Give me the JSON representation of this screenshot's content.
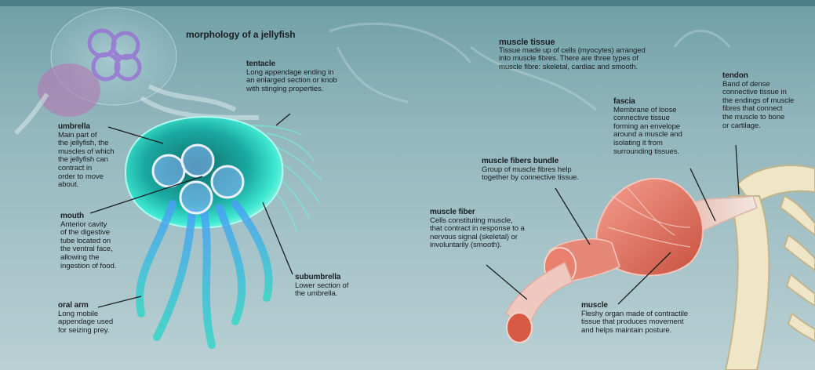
{
  "heading": "morphology of a jellyfish",
  "jellyfish_labels": {
    "tentacle": {
      "term": "tentacle",
      "desc": "Long appendage ending in\nan enlarged section or knob\nwith stinging properties."
    },
    "umbrella": {
      "term": "umbrella",
      "desc": "Main part of\nthe jellyfish, the\nmuscles of which\nthe jellyfish can\ncontract in\norder to move\nabout."
    },
    "mouth": {
      "term": "mouth",
      "desc": "Anterior cavity\nof the digestive\ntube located on\nthe ventral face,\nallowing the\ningestion of food."
    },
    "oral_arm": {
      "term": "oral arm",
      "desc": "Long mobile\nappendage used\nfor seizing prey."
    },
    "subumbrella": {
      "term": "subumbrella",
      "desc": "Lower section of\nthe umbrella."
    }
  },
  "muscle_labels": {
    "muscle_tissue": {
      "term": "muscle tissue",
      "desc": "Tissue made up of cells (myocytes) arranged\ninto muscle fibres. There are three types of\nmuscle fibre: skeletal, cardiac and smooth."
    },
    "tendon": {
      "term": "tendon",
      "desc": "Band of dense\nconnective tissue in\nthe endings of muscle\nfibres that connect\nthe muscle to bone\nor cartilage."
    },
    "fascia": {
      "term": "fascia",
      "desc": "Membrane of loose\nconnective tissue\nforming an envelope\naround a muscle and\nisolating it from\nsurrounding tissues."
    },
    "muscle_fibers_bundle": {
      "term": "muscle fibers bundle",
      "desc": "Group of muscle fibres help\ntogether by connective tissue."
    },
    "muscle_fiber": {
      "term": "muscle fiber",
      "desc": "Cells constituting muscle,\nthat contract in response to a\nnervous signal (skeletal) or\ninvoluntarily (smooth)."
    },
    "muscle": {
      "term": "muscle",
      "desc": "Fleshy organ made of contractile\ntissue that produces movement\nand helps maintain posture."
    }
  },
  "colors": {
    "background_top": "#6f9fa8",
    "background_bottom": "#b9d0d4",
    "jelly_cyan": "#33e0c8",
    "jelly_blue": "#3d8cf0",
    "muscle_red": "#e07060",
    "bone": "#efe6c8",
    "text": "#1a1f22"
  }
}
